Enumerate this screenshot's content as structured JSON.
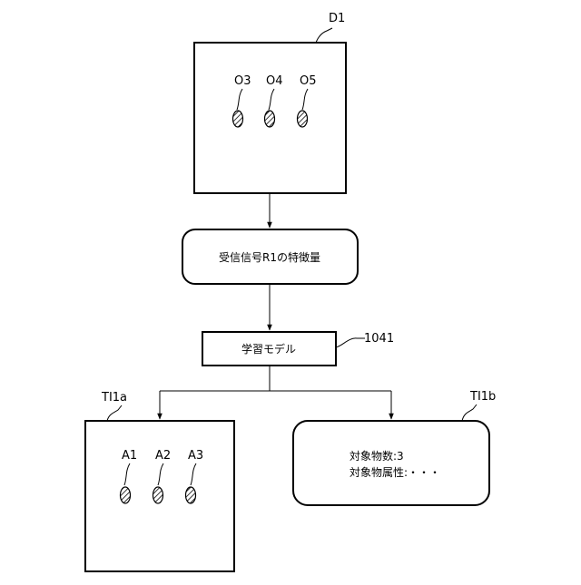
{
  "figure": {
    "input_box": {
      "ref": "D1",
      "objects": [
        "O3",
        "O4",
        "O5"
      ]
    },
    "feature_box": {
      "text": "受信信号R1の特徴量"
    },
    "model_box": {
      "text": "学習モデル",
      "ref": "1041"
    },
    "output_left": {
      "ref": "TI1a",
      "objects": [
        "A1",
        "A2",
        "A3"
      ]
    },
    "output_right": {
      "ref": "TI1b",
      "line1": "対象物数:3",
      "line2": "対象物属性:・・・"
    }
  }
}
